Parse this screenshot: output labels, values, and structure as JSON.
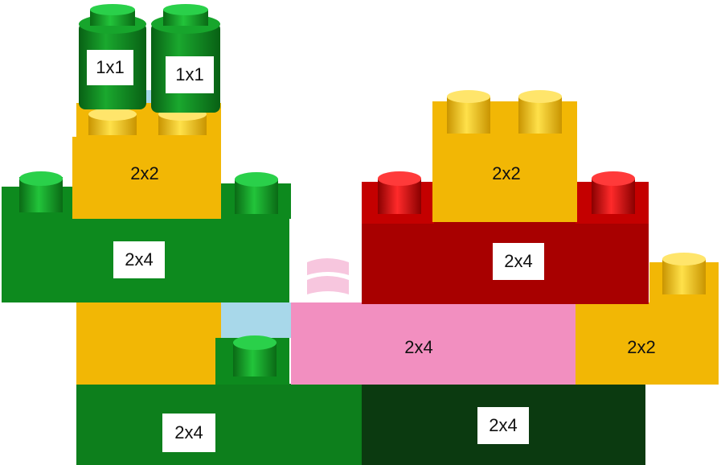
{
  "colors": {
    "green": "#0d8a1e",
    "dark_green": "#0b3d10",
    "yellow": "#f2b705",
    "red": "#b00000",
    "pink": "#f28fc0",
    "light_blue": "#a8d8ea"
  },
  "bricks": [
    {
      "id": "green-1x1-left",
      "label": "1x1",
      "color": "green",
      "boxed_label": true
    },
    {
      "id": "green-1x1-right",
      "label": "1x1",
      "color": "green",
      "boxed_label": true
    },
    {
      "id": "yellow-2x2-top-left",
      "label": "2x2",
      "color": "yellow",
      "boxed_label": false
    },
    {
      "id": "green-2x4-upper-left",
      "label": "2x4",
      "color": "green",
      "boxed_label": true
    },
    {
      "id": "yellow-2x2-top-right",
      "label": "2x2",
      "color": "yellow",
      "boxed_label": false
    },
    {
      "id": "red-2x4",
      "label": "2x4",
      "color": "red",
      "boxed_label": true
    },
    {
      "id": "pink-2x4",
      "label": "2x4",
      "color": "pink",
      "boxed_label": false
    },
    {
      "id": "yellow-2x2-right",
      "label": "2x2",
      "color": "yellow",
      "boxed_label": false
    },
    {
      "id": "green-2x4-bottom",
      "label": "2x4",
      "color": "green",
      "boxed_label": true
    },
    {
      "id": "dark-green-2x4-bottom",
      "label": "2x4",
      "color": "dark_green",
      "boxed_label": true
    }
  ]
}
